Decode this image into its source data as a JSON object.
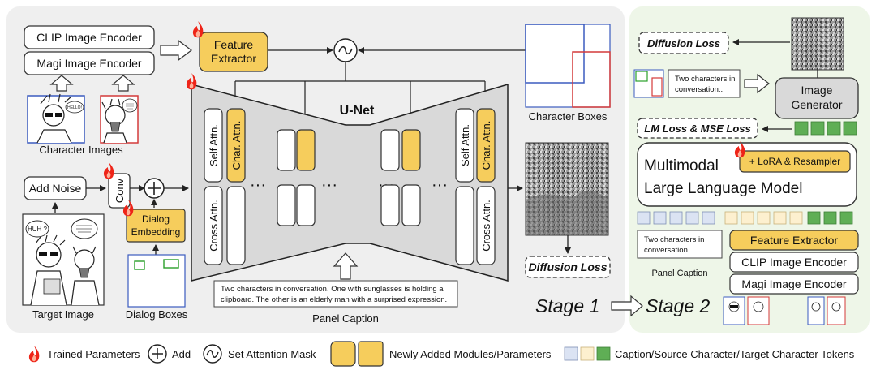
{
  "stage1": {
    "clip_encoder": "CLIP Image Encoder",
    "magi_encoder": "Magi Image Encoder",
    "feature_extractor_l1": "Feature",
    "feature_extractor_l2": "Extractor",
    "character_images": "Character Images",
    "character_boxes": "Character Boxes",
    "add_noise": "Add Noise",
    "conv": "Conv",
    "dialog_embedding_l1": "Dialog",
    "dialog_embedding_l2": "Embedding",
    "target_image": "Target Image",
    "dialog_boxes": "Dialog Boxes",
    "unet": "U-Net",
    "self_attn": "Self Attn.",
    "cross_attn": "Cross Attn.",
    "char_attn": "Char. Attn.",
    "ellipsis": "···",
    "panel_caption_l1": "Two characters in conversation. One with sunglasses is holding a",
    "panel_caption_l2": "clipboard. The other is an elderly man with a surprised expression.",
    "panel_caption_label": "Panel Caption",
    "diffusion_loss": "Diffusion Loss",
    "stage_label": "Stage 1",
    "bubble_hello": "HELLO!",
    "bubble_huh": "HUH ?"
  },
  "stage2": {
    "diffusion_loss": "Diffusion Loss",
    "caption_l1": "Two characters in",
    "caption_l2": "conversation...",
    "image_generator_l1": "Image",
    "image_generator_l2": "Generator",
    "lm_loss": "LM Loss & MSE Loss",
    "mllm_l1": "Multimodal",
    "mllm_l2": "Large Language Model",
    "lora": "+ LoRA & Resampler",
    "feature_extractor": "Feature Extractor",
    "clip_encoder": "CLIP Image Encoder",
    "magi_encoder": "Magi Image Encoder",
    "panel_caption_label": "Panel Caption",
    "stage_label": "Stage 2"
  },
  "legend": {
    "trained": "Trained Parameters",
    "add": "Add",
    "mask": "Set Attention Mask",
    "new_modules": "Newly Added Modules/Parameters",
    "tokens": "Caption/Source Character/Target Character Tokens"
  },
  "colors": {
    "module_yellow": "#f6cd5c",
    "stage1_bg": "#efefef",
    "stage2_bg": "#eef6e8",
    "caption_token": "#dbe3f3",
    "source_token": "#fdf0cf",
    "target_token": "#5fae55",
    "flame": "#ee2418"
  }
}
